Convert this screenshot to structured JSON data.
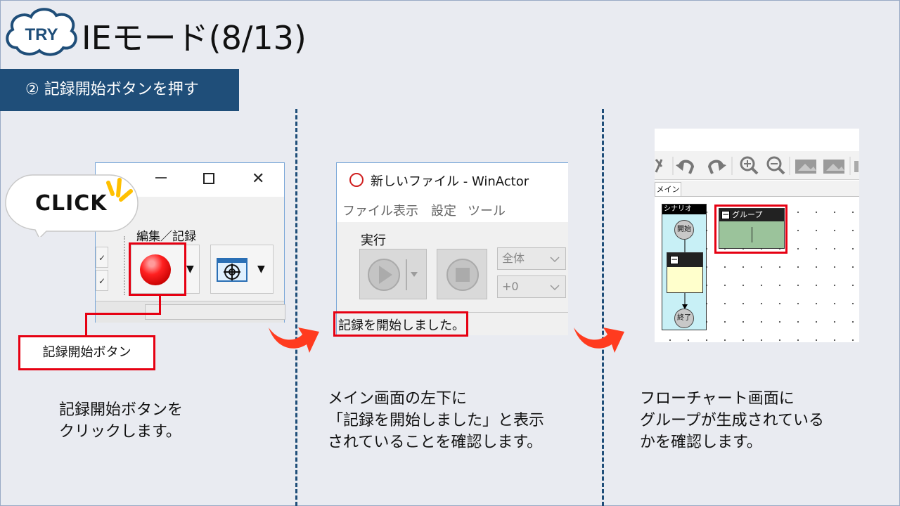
{
  "header": {
    "try_badge": "TRY",
    "title": "IEモード(8/13)",
    "step": "② 記録開始ボタンを押す"
  },
  "panel1": {
    "window_controls": {
      "minimize": "—",
      "maximize": "",
      "close": "✕"
    },
    "group_label": "編集／記録",
    "click_label": "CLICK",
    "callout_label": "記録開始ボタン",
    "description": "記録開始ボタンを\nクリックします。",
    "check_marks": [
      "✓",
      "✓"
    ],
    "dropdown_glyph": "▼"
  },
  "panel2": {
    "window_title": "新しいファイル - WinActor",
    "menu": [
      "ファイル",
      "表示",
      "設定",
      "ツール"
    ],
    "exec_label": "実行",
    "combo_all": "全体",
    "combo_offset": "+0",
    "status_text": "記録を開始しました。",
    "description": "メイン画面の左下に\n「記録を開始しました」と表示\nされていることを確認します。"
  },
  "panel3": {
    "tab_main": "メイン",
    "scenario_label": "シナリオ",
    "start_node": "開始",
    "end_node": "終了",
    "group_node_label": "グループ",
    "minus": "−",
    "description": "フローチャート画面に\nグループが生成されている\nかを確認します。"
  },
  "colors": {
    "accent_navy": "#1f4e79",
    "highlight_red": "#e60012",
    "arrow_red": "#ff3b1f"
  },
  "icons": [
    "cloud-badge-icon",
    "record-button-icon",
    "browser-target-icon",
    "winactor-app-icon",
    "play-icon",
    "stop-icon",
    "undo-icon",
    "redo-icon",
    "zoom-in-icon",
    "zoom-out-icon",
    "flow-arrow-icon"
  ]
}
